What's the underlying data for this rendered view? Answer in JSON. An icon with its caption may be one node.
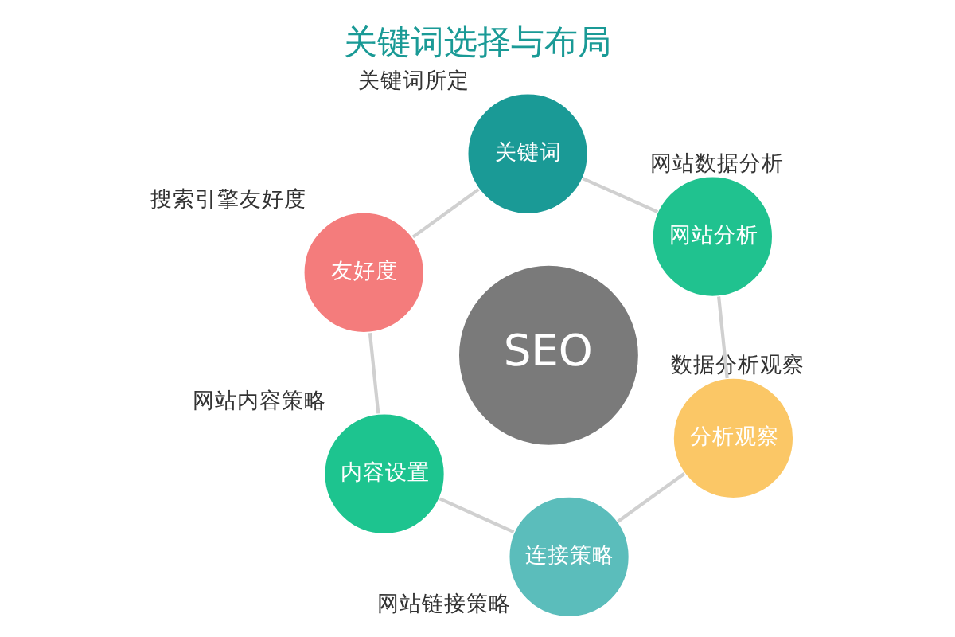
{
  "diagram": {
    "title": "关键词选择与布局",
    "nodes": [
      {
        "text": [
          "关键词"
        ],
        "beside": [
          "关键词所定"
        ]
      },
      {
        "text": [
          "网站分析"
        ],
        "beside": [
          "网站数据分析"
        ]
      },
      {
        "text": [
          "友好度"
        ],
        "beside": [
          "搜索引擎友好度"
        ]
      },
      {
        "text": [
          "SEO"
        ]
      },
      {
        "text": [
          "分析观察"
        ],
        "beside": [
          "数据分析观察"
        ]
      },
      {
        "text": [
          "内容设置"
        ],
        "beside": [
          "网站内容策略"
        ]
      },
      {
        "text": [
          "连接策略"
        ],
        "beside": [
          "网站链接策略"
        ]
      }
    ],
    "edges": [
      {
        "from": 0,
        "to": 2,
        "arrow": "none"
      },
      {
        "from": 2,
        "to": 5,
        "arrow": "none"
      },
      {
        "from": 5,
        "to": 6,
        "arrow": "none"
      },
      {
        "from": 6,
        "to": 4,
        "arrow": "none"
      },
      {
        "from": 4,
        "to": 1,
        "arrow": "none"
      },
      {
        "from": 1,
        "to": 0,
        "arrow": "none"
      }
    ]
  }
}
